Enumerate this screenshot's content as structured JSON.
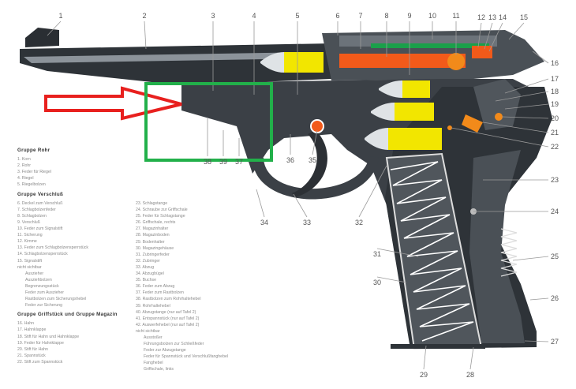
{
  "callouts": [
    "1",
    "2",
    "3",
    "4",
    "5",
    "6",
    "7",
    "8",
    "9",
    "10",
    "11",
    "12",
    "13",
    "14",
    "15",
    "16",
    "17",
    "18",
    "19",
    "20",
    "21",
    "22",
    "23",
    "24",
    "25",
    "26",
    "27",
    "28",
    "29",
    "30",
    "31",
    "32",
    "33",
    "34",
    "35",
    "36",
    "37",
    "38",
    "39"
  ],
  "legend_left": {
    "group_rohr": {
      "title": "Gruppe Rohr",
      "items": [
        "1. Korn",
        "2. Rohr",
        "3. Feder für Riegel",
        "4. Riegel",
        "5. Riegelbolzen"
      ]
    },
    "group_verschluss": {
      "title": "Gruppe Verschluß",
      "items": [
        "6. Deckel zum Verschluß",
        "7. Schlagbolzenfeder",
        "8. Schlagbolzen",
        "9. Verschluß",
        "10. Feder zum Signalstift",
        "11. Sicherung",
        "12. Kimme",
        "13. Feder zum Schlagbolzensperrstück",
        "14. Schlagbolzensperrstück",
        "15. Signalstift"
      ],
      "not_visible_label": "nicht sichtbar",
      "not_visible": [
        "Auszieher",
        "Ausziehbolzen",
        "Begrenzungsstück",
        "Feder zum Auszieher",
        "Rastbolzen zum Sicherungshebel",
        "Feder zur Sicherung"
      ]
    },
    "group_griff": {
      "title": "Gruppe Griffstück und Gruppe Magazin",
      "items": [
        "16. Hahn",
        "17. Hahnklappe",
        "18. Stift für Hahn und Hahnklappe",
        "19. Feder für Hahnklappe",
        "20. Stift für Hahn",
        "21. Spannstück",
        "22. Stift zum Spannstück"
      ]
    }
  },
  "legend_right": {
    "items": [
      "23. Schlagstange",
      "24. Schraube zur Griffschale",
      "25. Feder für Schlagstange",
      "26. Griffschale, rechts",
      "27. Magazinhalter",
      "28. Magazinboden",
      "29. Bodenhalter",
      "30. Magazingehäuse",
      "31. Zubringerfeder",
      "32. Zubringer",
      "33. Abzug",
      "34. Abzugbügel",
      "35. Buchse",
      "36. Feder zum Abzug",
      "37. Feder zum Rastbolzen",
      "38. Rastbolzen zum Rohrhaltehebel",
      "39. Rohrhaltehebel",
      "40. Abzugstange (nur auf Tafel 2)",
      "41. Entspannstück (nur auf Tafel 2)",
      "42. Auswerfehebel (nur auf Tafel 2)"
    ],
    "not_visible_label": "nicht sichtbar",
    "not_visible": [
      "Ausstoßer",
      "Führungsbolzen zur Schließfeder",
      "Feder zur Abzugstange",
      "Feder für Spannstück und Verschlußfanghebel",
      "Fanghebel",
      "Griffschale, links"
    ]
  },
  "colors": {
    "highlight_box": "#22b04a",
    "arrow": "#e8201e",
    "cartridge": "#f2e600",
    "hammer": "#f25a1a",
    "rod": "#1aa04a",
    "steel": "#3a3f44"
  }
}
